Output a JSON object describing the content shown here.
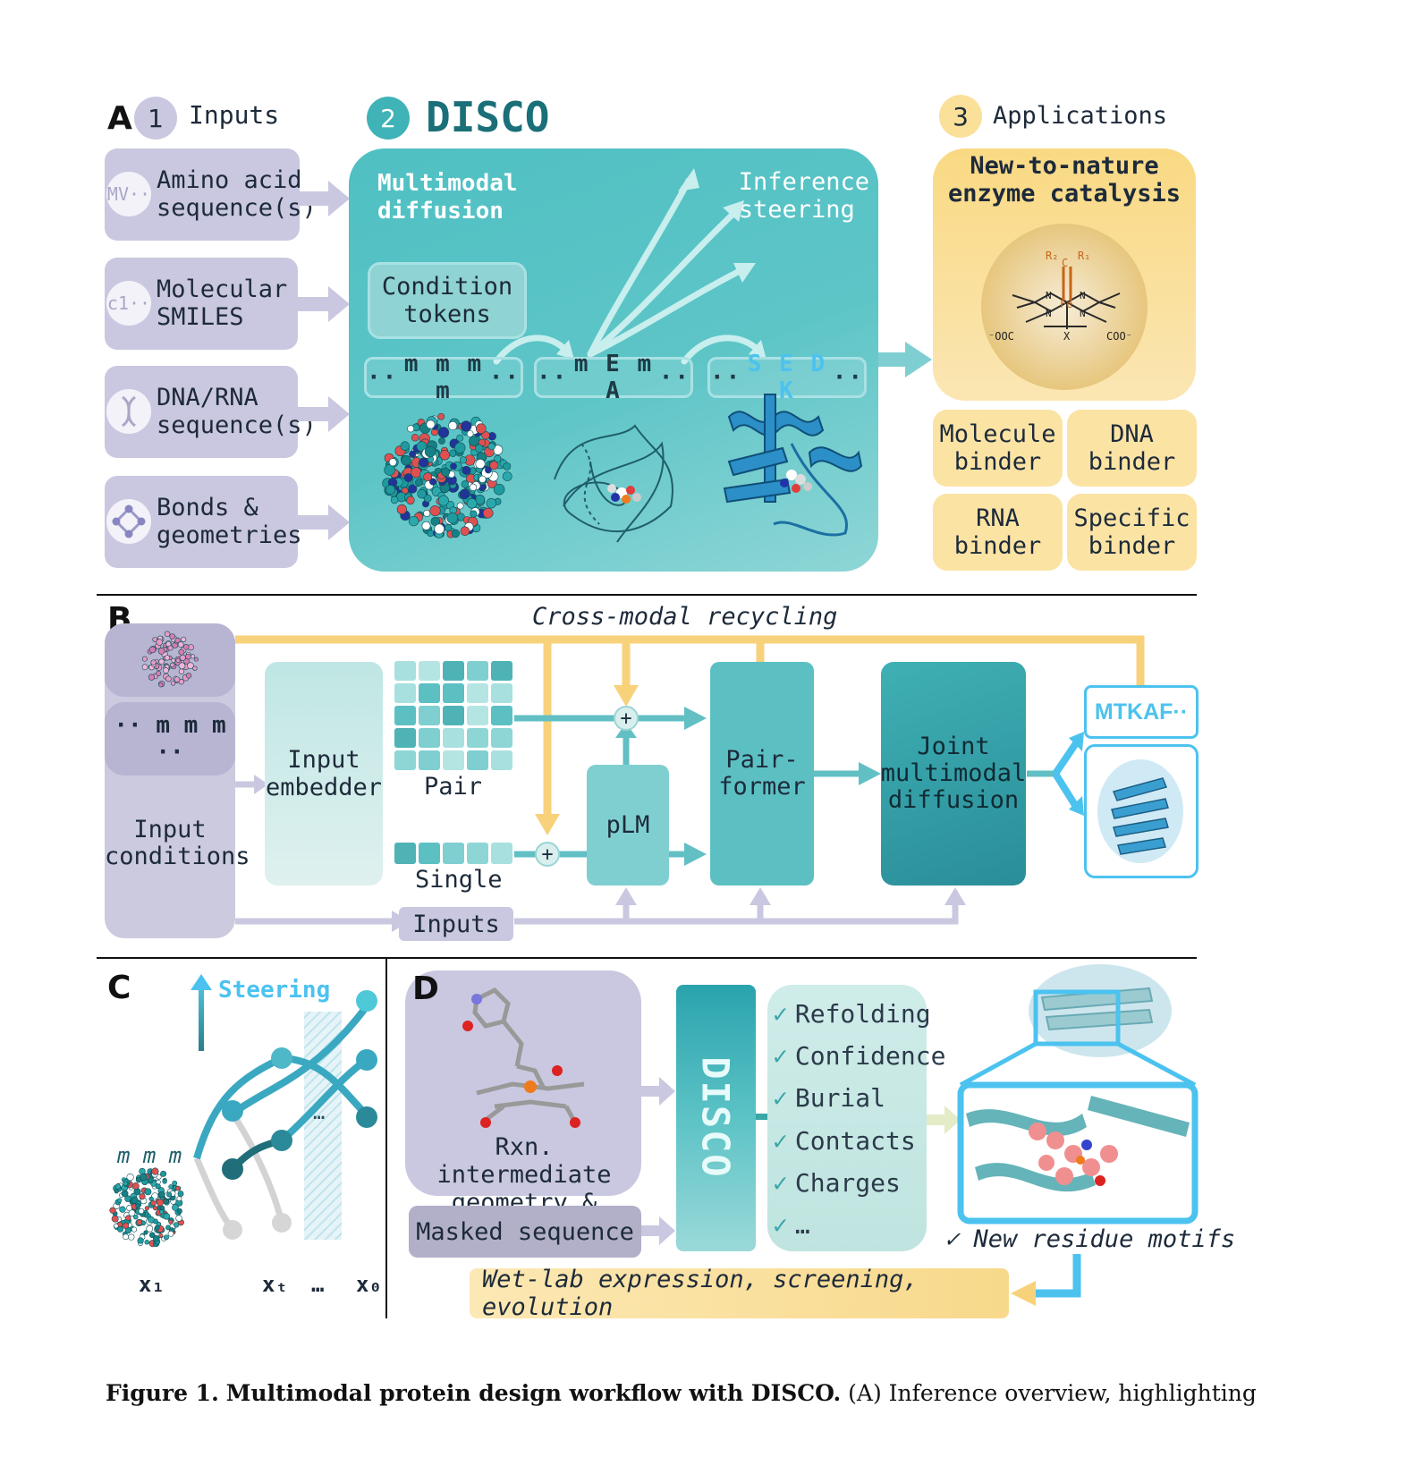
{
  "panelA": {
    "letter": "A",
    "inputs": {
      "number": "1",
      "title": "Inputs",
      "items": [
        {
          "icon_text": "MV··",
          "label": "Amino acid\nsequence(s)"
        },
        {
          "icon_text": "c1··",
          "label": "Molecular\nSMILES"
        },
        {
          "icon_text": "",
          "label": "DNA/RNA\nsequence(s)"
        },
        {
          "icon_text": "",
          "label": "Bonds &\ngeometries"
        }
      ]
    },
    "disco": {
      "number": "2",
      "title": "DISCO",
      "multimodal_diffusion": "Multimodal\ndiffusion",
      "inference_steering": "Inference\nsteering",
      "condition_tokens": "Condition\ntokens",
      "tokens": [
        {
          "pre": "·· ",
          "text": "m m m m",
          "post": " ··"
        },
        {
          "pre": "·· ",
          "text": "m E m A",
          "post": " ··"
        },
        {
          "pre": "·· ",
          "text": "S E D K",
          "post": " ··"
        }
      ]
    },
    "applications": {
      "number": "3",
      "title": "Applications",
      "main": "New-to-nature\nenzyme catalysis",
      "chem": {
        "r2": "R₂",
        "c": "C",
        "r1": "R₁",
        "fe": "Fe",
        "n": "N",
        "x": "X",
        "ooc": "⁻OOC",
        "coo": "COO⁻"
      },
      "binders": [
        "Molecule\nbinder",
        "DNA\nbinder",
        "RNA\nbinder",
        "Specific\nbinder"
      ]
    }
  },
  "panelB": {
    "letter": "B",
    "cross_modal": "Cross-modal recycling",
    "seq_tokens": "·· m m m ··",
    "input_conditions": "Input\nconditions",
    "input_embedder": "Input\nembedder",
    "pair": "Pair",
    "single": "Single",
    "inputs": "Inputs",
    "plm": "pLM",
    "pairformer": "Pair-\nformer",
    "joint": "Joint\nmultimodal\ndiffusion",
    "output_seq": "MTKAF··",
    "plus": "+"
  },
  "panelC": {
    "letter": "C",
    "steering": "Steering",
    "mmm": "m m m",
    "ellipsis": "…",
    "axis": [
      "x₁",
      "xₜ",
      "…",
      "x₀"
    ]
  },
  "panelD": {
    "letter": "D",
    "rxn": "Rxn. intermediate\ngeometry & bonds",
    "masked": "Masked sequence",
    "disco_vertical": "DISCO",
    "checks": [
      "Refolding",
      "Confidence",
      "Burial",
      "Contacts",
      "Charges",
      "…"
    ],
    "check_mark": "✓",
    "new_motifs": "✓ New residue motifs",
    "wetlab": "Wet-lab expression, screening, evolution"
  },
  "caption": {
    "prefix": "Figure 1.",
    "bold": "Multimodal protein design workflow with DISCO.",
    "rest": "(A) Inference overview, highlighting"
  },
  "colors": {
    "teal": "#3fb3b7",
    "teal_dark": "#1a7f87",
    "lavender": "#c9c8e0",
    "yellow": "#fbe3a4",
    "recycle": "#f8d27a",
    "blue": "#4cc2ef"
  }
}
